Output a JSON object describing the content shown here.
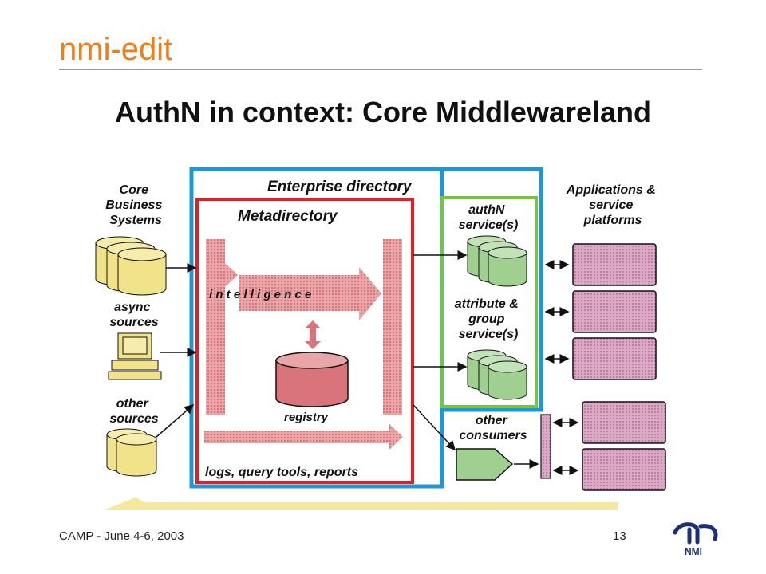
{
  "header": {
    "brand": "nmi-edit",
    "title": "AuthN in context: Core Middlewareland"
  },
  "diagram": {
    "enterprise_directory": "Enterprise directory",
    "metadirectory": "Metadirectory",
    "intelligence": "i n t e l l i g e n c e",
    "registry": "registry",
    "logs": "logs, query tools, reports",
    "core_business": [
      "Core",
      "Business",
      "Systems"
    ],
    "async_sources": [
      "async",
      "sources"
    ],
    "other_sources": [
      "other",
      "sources"
    ],
    "authn_services": [
      "authN",
      "service(s)"
    ],
    "attribute_services": [
      "attribute &",
      "group",
      "service(s)"
    ],
    "applications": [
      "Applications &",
      "service",
      "platforms"
    ],
    "other_consumers": [
      "other",
      "consumers"
    ]
  },
  "footer": {
    "left": "CAMP -  June 4-6, 2003",
    "page_number": "13",
    "logo_text": "NMI"
  },
  "colors": {
    "brand": "#ee7d1a",
    "enterprise_border": "#1f97d4",
    "metadirectory_border": "#e31e24",
    "services_border": "#7cc242",
    "salmon": "#d9747a",
    "db_yellow": "#f1e38a",
    "db_green": "#9fd08f",
    "app_purple": "#c98fb3",
    "baseline_yellow": "#f3e89e"
  }
}
